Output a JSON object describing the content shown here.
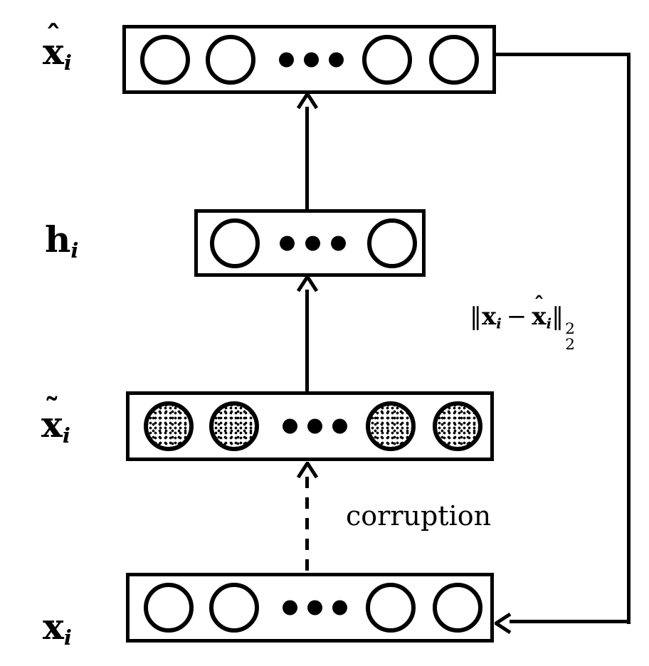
{
  "colors": {
    "background": "#ffffff",
    "stroke": "#000000"
  },
  "labels": {
    "xhat": {
      "accent": "ˆ",
      "base": "x",
      "sub": "i"
    },
    "h": {
      "base": "h",
      "sub": "i"
    },
    "xtilde": {
      "accent": "˜",
      "base": "x",
      "sub": "i"
    },
    "x": {
      "base": "x",
      "sub": "i"
    },
    "corruption": "corruption",
    "loss": {
      "open": "‖",
      "x1": "x",
      "sub1": "i",
      "minus": "−",
      "accent": "ˆ",
      "x2": "x",
      "sub2": "i",
      "close": "‖",
      "sup": "2",
      "sub": "2"
    }
  },
  "layers": [
    {
      "name": "reconstruction-layer",
      "label": "x̂_i",
      "visible_units": 4,
      "ellipsis_dots": 3,
      "unit_style": "open"
    },
    {
      "name": "hidden-layer",
      "label": "h_i",
      "visible_units": 2,
      "ellipsis_dots": 3,
      "unit_style": "open"
    },
    {
      "name": "corrupted-input-layer",
      "label": "x̃_i",
      "visible_units": 4,
      "ellipsis_dots": 3,
      "unit_style": "stippled"
    },
    {
      "name": "input-layer",
      "label": "x_i",
      "visible_units": 4,
      "ellipsis_dots": 3,
      "unit_style": "open"
    }
  ],
  "arrows": [
    {
      "name": "corruption-arrow",
      "from": "input-layer",
      "to": "corrupted-input-layer",
      "style": "dashed",
      "label": "corruption"
    },
    {
      "name": "encoder-arrow",
      "from": "corrupted-input-layer",
      "to": "hidden-layer",
      "style": "solid"
    },
    {
      "name": "decoder-arrow",
      "from": "hidden-layer",
      "to": "reconstruction-layer",
      "style": "solid"
    },
    {
      "name": "loss-feedback-arrow",
      "from": "reconstruction-layer",
      "to": "input-layer",
      "style": "solid",
      "label": "‖x_i − x̂_i‖²₂"
    }
  ]
}
